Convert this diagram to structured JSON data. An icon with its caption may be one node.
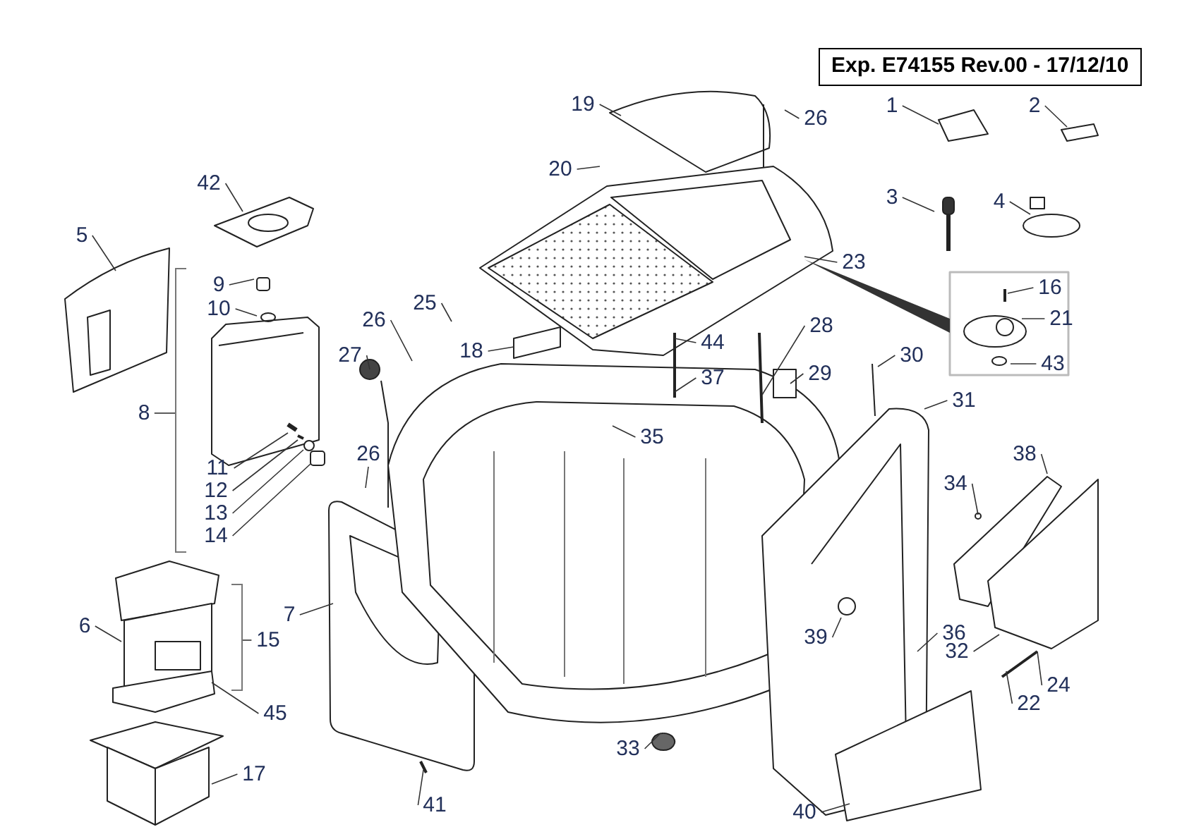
{
  "diagram": {
    "nodes": [
      {
        "text": [
          "19"
        ]
      },
      {
        "text": [
          "26"
        ]
      },
      {
        "text": [
          "1"
        ]
      },
      {
        "text": [
          "2"
        ]
      },
      {
        "text": [
          "20"
        ]
      },
      {
        "text": [
          "42"
        ]
      },
      {
        "text": [
          "3"
        ]
      },
      {
        "text": [
          "4"
        ]
      },
      {
        "text": [
          "5"
        ]
      },
      {
        "text": [
          "23"
        ]
      },
      {
        "text": [
          "9"
        ]
      },
      {
        "text": [
          "16"
        ]
      },
      {
        "text": [
          "25"
        ]
      },
      {
        "text": [
          "10"
        ]
      },
      {
        "text": [
          "26"
        ]
      },
      {
        "text": [
          "21"
        ]
      },
      {
        "text": [
          "28"
        ]
      },
      {
        "text": [
          "44"
        ]
      },
      {
        "text": [
          "27"
        ]
      },
      {
        "text": [
          "43"
        ]
      },
      {
        "text": [
          "30"
        ]
      },
      {
        "text": [
          "18"
        ]
      },
      {
        "text": [
          "29"
        ]
      },
      {
        "text": [
          "37"
        ]
      },
      {
        "text": [
          "31"
        ]
      },
      {
        "text": [
          "8"
        ]
      },
      {
        "text": [
          "35"
        ]
      },
      {
        "text": [
          "38"
        ]
      },
      {
        "text": [
          "26"
        ]
      },
      {
        "text": [
          "11"
        ]
      },
      {
        "text": [
          "34"
        ]
      },
      {
        "text": [
          "12"
        ]
      },
      {
        "text": [
          "13"
        ]
      },
      {
        "text": [
          "14"
        ]
      },
      {
        "text": [
          "7"
        ]
      },
      {
        "text": [
          "6"
        ]
      },
      {
        "text": [
          "36"
        ]
      },
      {
        "text": [
          "39"
        ]
      },
      {
        "text": [
          "15"
        ]
      },
      {
        "text": [
          "32"
        ]
      },
      {
        "text": [
          "24"
        ]
      },
      {
        "text": [
          "45"
        ]
      },
      {
        "text": [
          "22"
        ]
      },
      {
        "text": [
          "33"
        ]
      },
      {
        "text": [
          "17"
        ]
      },
      {
        "text": [
          "41"
        ]
      },
      {
        "text": [
          "40"
        ]
      },
      {
        "text": [],
        "shape": "bracket"
      },
      {
        "text": [],
        "shape": "bracket"
      }
    ],
    "edges": [
      {
        "from": 0,
        "to": null,
        "arrow": "none"
      },
      {
        "from": 1,
        "to": null,
        "arrow": "none"
      },
      {
        "from": 2,
        "to": null,
        "arrow": "none"
      },
      {
        "from": 3,
        "to": null,
        "arrow": "none"
      },
      {
        "from": 4,
        "to": null,
        "arrow": "none"
      },
      {
        "from": 5,
        "to": null,
        "arrow": "none"
      },
      {
        "from": 6,
        "to": null,
        "arrow": "none"
      },
      {
        "from": 7,
        "to": null,
        "arrow": "none"
      },
      {
        "from": 8,
        "to": null,
        "arrow": "none"
      },
      {
        "from": 9,
        "to": null,
        "arrow": "none"
      },
      {
        "from": 10,
        "to": null,
        "arrow": "none"
      },
      {
        "from": 11,
        "to": null,
        "arrow": "none"
      },
      {
        "from": 12,
        "to": null,
        "arrow": "none"
      },
      {
        "from": 13,
        "to": null,
        "arrow": "none"
      },
      {
        "from": 14,
        "to": null,
        "arrow": "none"
      },
      {
        "from": 15,
        "to": null,
        "arrow": "none"
      },
      {
        "from": 16,
        "to": null,
        "arrow": "none"
      },
      {
        "from": 17,
        "to": null,
        "arrow": "none"
      },
      {
        "from": 18,
        "to": null,
        "arrow": "none"
      },
      {
        "from": 19,
        "to": null,
        "arrow": "none"
      },
      {
        "from": 20,
        "to": null,
        "arrow": "none"
      },
      {
        "from": 21,
        "to": null,
        "arrow": "none"
      },
      {
        "from": 22,
        "to": null,
        "arrow": "none"
      },
      {
        "from": 23,
        "to": null,
        "arrow": "none"
      },
      {
        "from": 24,
        "to": null,
        "arrow": "none"
      },
      {
        "from": 25,
        "to": 47,
        "arrow": "none"
      },
      {
        "from": 26,
        "to": null,
        "arrow": "none"
      },
      {
        "from": 27,
        "to": null,
        "arrow": "none"
      },
      {
        "from": 28,
        "to": null,
        "arrow": "none"
      },
      {
        "from": 29,
        "to": null,
        "arrow": "none"
      },
      {
        "from": 30,
        "to": null,
        "arrow": "none"
      },
      {
        "from": 31,
        "to": null,
        "arrow": "none"
      },
      {
        "from": 32,
        "to": null,
        "arrow": "none"
      },
      {
        "from": 33,
        "to": null,
        "arrow": "none"
      },
      {
        "from": 34,
        "to": null,
        "arrow": "none"
      },
      {
        "from": 35,
        "to": null,
        "arrow": "none"
      },
      {
        "from": 36,
        "to": null,
        "arrow": "none"
      },
      {
        "from": 37,
        "to": null,
        "arrow": "none"
      },
      {
        "from": 38,
        "to": 48,
        "arrow": "none"
      },
      {
        "from": 39,
        "to": null,
        "arrow": "none"
      },
      {
        "from": 40,
        "to": null,
        "arrow": "none"
      },
      {
        "from": 41,
        "to": null,
        "arrow": "none"
      },
      {
        "from": 42,
        "to": null,
        "arrow": "none"
      },
      {
        "from": 43,
        "to": null,
        "arrow": "none"
      },
      {
        "from": 44,
        "to": null,
        "arrow": "none"
      },
      {
        "from": 45,
        "to": null,
        "arrow": "none"
      },
      {
        "from": 46,
        "to": null,
        "arrow": "none"
      }
    ],
    "labels": [
      "Exp. E74155 Rev.00 - 17/12/10"
    ]
  }
}
